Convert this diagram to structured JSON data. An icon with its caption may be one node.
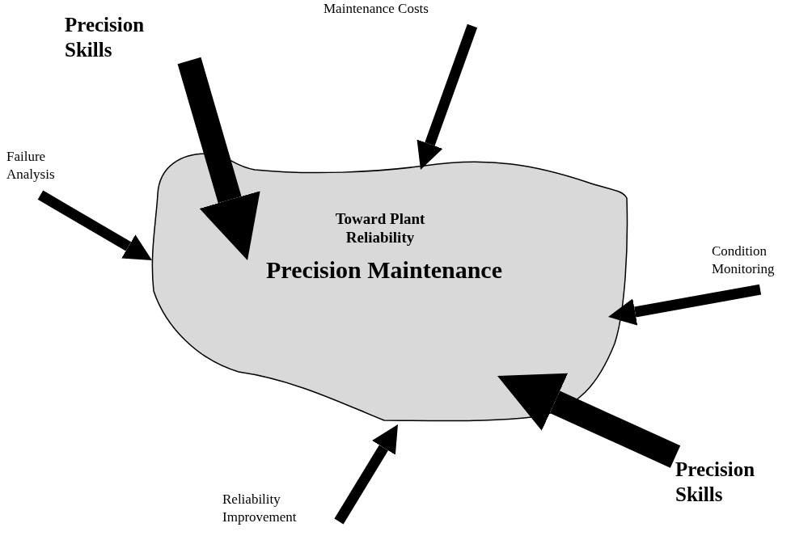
{
  "diagram": {
    "nodes": [
      {
        "text": [
          "Toward Plant Reliability",
          "Precision Maintenance"
        ]
      },
      {
        "text": [
          "Precision Skills"
        ]
      },
      {
        "text": [
          "Maintenance Costs"
        ]
      },
      {
        "text": [
          "Failure Analysis"
        ]
      },
      {
        "text": [
          "Condition Monitoring"
        ]
      },
      {
        "text": [
          "Precision Skills"
        ]
      },
      {
        "text": [
          "Reliability Improvement"
        ]
      }
    ],
    "edges": [
      {
        "from": 1,
        "to": 0,
        "arrow": "to",
        "style": "thick"
      },
      {
        "from": 2,
        "to": 0,
        "arrow": "to"
      },
      {
        "from": 3,
        "to": 0,
        "arrow": "to"
      },
      {
        "from": 4,
        "to": 0,
        "arrow": "to"
      },
      {
        "from": 5,
        "to": 0,
        "arrow": "to",
        "style": "thick"
      },
      {
        "from": 6,
        "to": 0,
        "arrow": "to"
      }
    ]
  }
}
